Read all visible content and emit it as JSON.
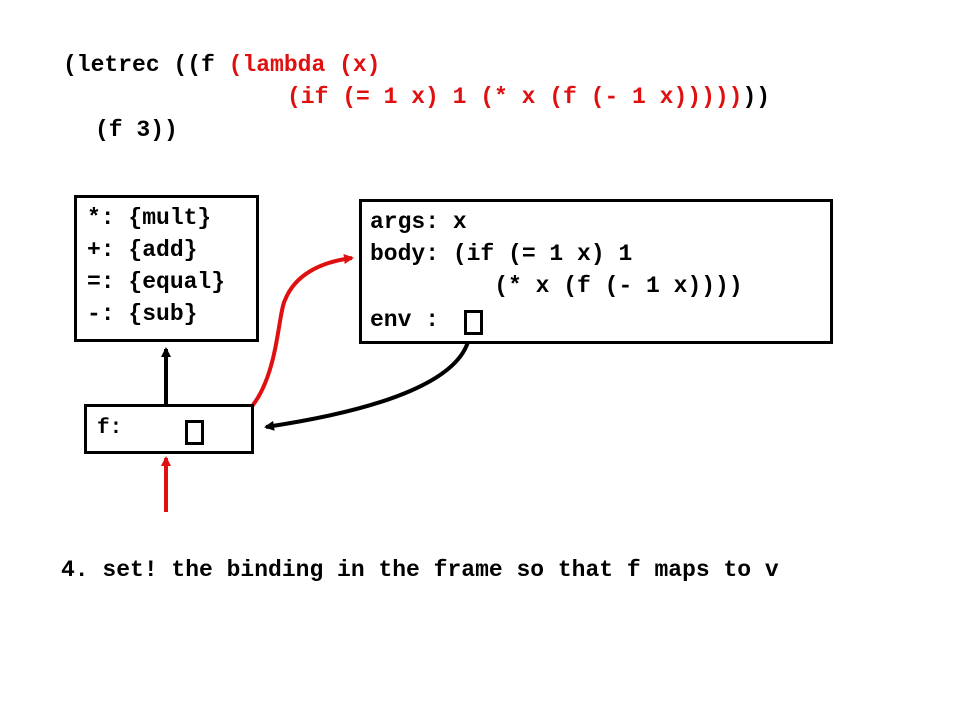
{
  "code": {
    "line1_a": "(letrec ((f ",
    "line1_b": "(lambda (x)",
    "line2": "(if (= 1 x) 1 (* x (f (- 1 x)))))",
    "line2_close": "))",
    "line3": "(f 3))"
  },
  "global_env": {
    "rows": [
      "*: {mult}",
      "+: {add}",
      "=: {equal}",
      "-: {sub}"
    ]
  },
  "closure": {
    "rows": [
      "args: x",
      "body: (if (= 1 x) 1",
      "         (* x (f (- 1 x))))",
      "env :"
    ]
  },
  "frame": {
    "label": "f:"
  },
  "caption": "4. set! the binding in the frame so that f maps to v",
  "colors": {
    "highlight": "#e01010",
    "ink": "#000000"
  }
}
